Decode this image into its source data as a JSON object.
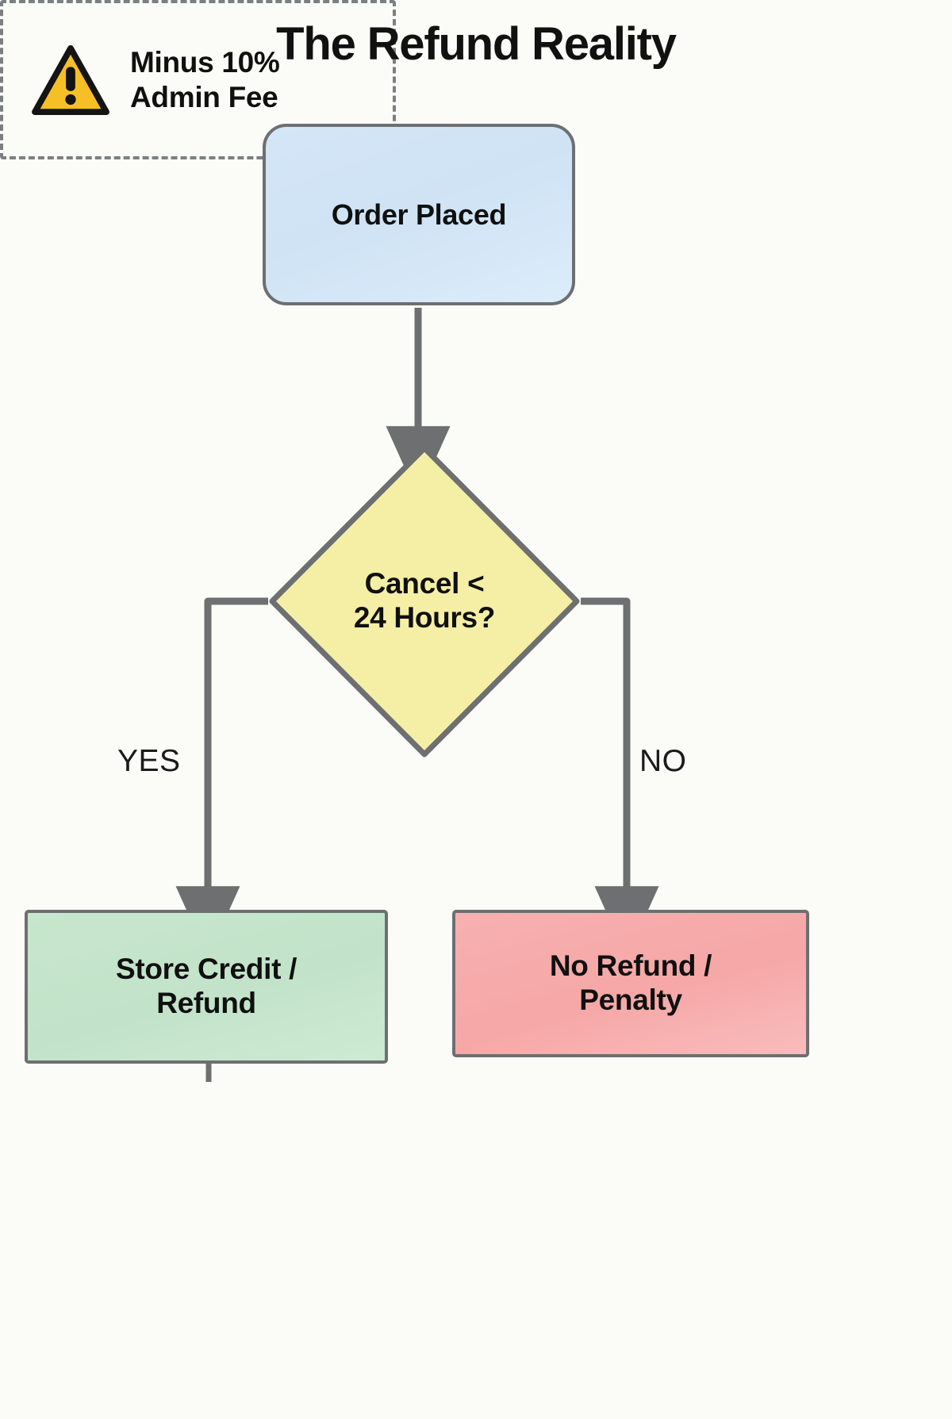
{
  "title": "The Refund Reality",
  "colors": {
    "page_background": "#fbfbf8",
    "edge_stroke": "#6d6f71",
    "start_fill": "#d4e6f7",
    "decision_fill": "#f5efa6",
    "positive_fill": "#c7e6cd",
    "negative_fill": "#f7b0b0",
    "warning_amber": "#f6bf26",
    "text": "#111111"
  },
  "nodes": {
    "start": {
      "label": "Order Placed",
      "shape": "rounded-rectangle"
    },
    "decision": {
      "label": "Cancel <\n24 Hours?",
      "shape": "diamond"
    },
    "outcome_yes": {
      "label": "Store Credit /\nRefund",
      "shape": "rectangle"
    },
    "outcome_no": {
      "label": "No Refund /\nPenalty",
      "shape": "rectangle"
    },
    "note": {
      "label": "Minus 10%\nAdmin Fee",
      "shape": "dashed-rectangle",
      "icon": "warning-triangle-icon"
    }
  },
  "edges": {
    "start_to_decision": "",
    "yes_branch_label": "YES",
    "no_branch_label": "NO",
    "note_connector": ""
  }
}
